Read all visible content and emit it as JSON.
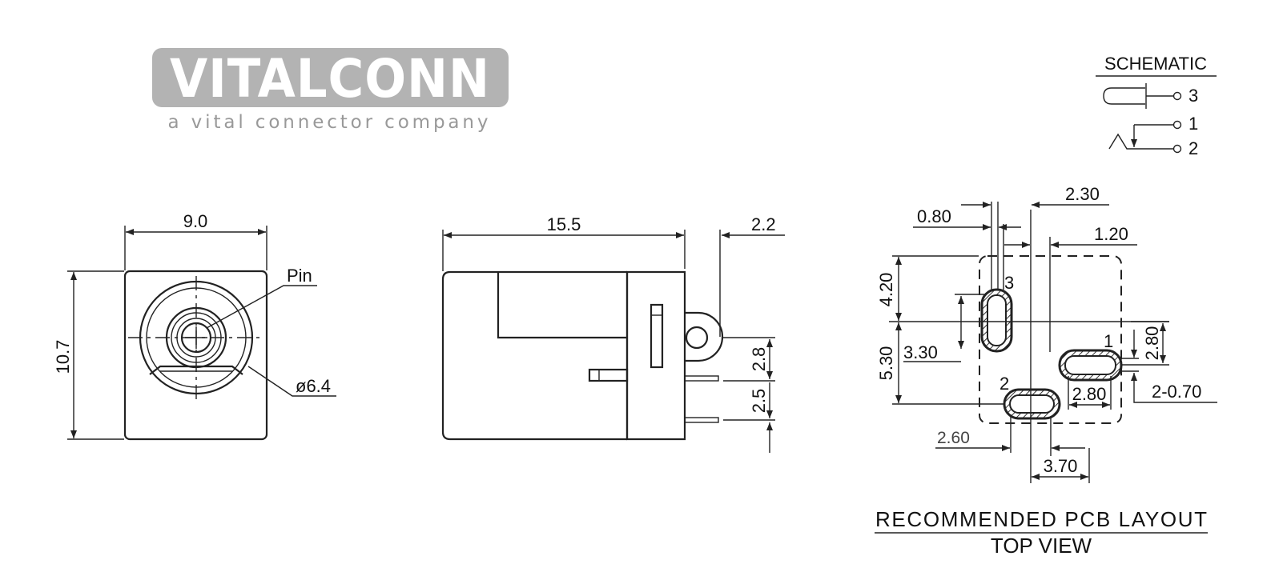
{
  "logo": {
    "brand": "VITALCONN",
    "tagline": "a vital connector company",
    "color": "#b3b3b3"
  },
  "schematic": {
    "title": "SCHEMATIC",
    "pins": [
      "3",
      "1",
      "2"
    ]
  },
  "front_view": {
    "width": "9.0",
    "height": "10.7",
    "pin_label": "Pin",
    "diameter": "ø6.4"
  },
  "side_view": {
    "length": "15.5",
    "tab": "2.2",
    "pin_spacing_upper": "2.8",
    "pin_spacing_lower": "2.5"
  },
  "pcb_layout": {
    "dims": {
      "d080": "0.80",
      "d230": "2.30",
      "d120": "1.20",
      "d420": "4.20",
      "d530": "5.30",
      "d330": "3.30",
      "d280v": "2.80",
      "d280h": "2.80",
      "d070": "2-0.70",
      "d260": "2.60",
      "d370": "3.70"
    },
    "pads": [
      "3",
      "1",
      "2"
    ],
    "title": "RECOMMENDED PCB LAYOUT",
    "subtitle": "TOP VIEW"
  }
}
